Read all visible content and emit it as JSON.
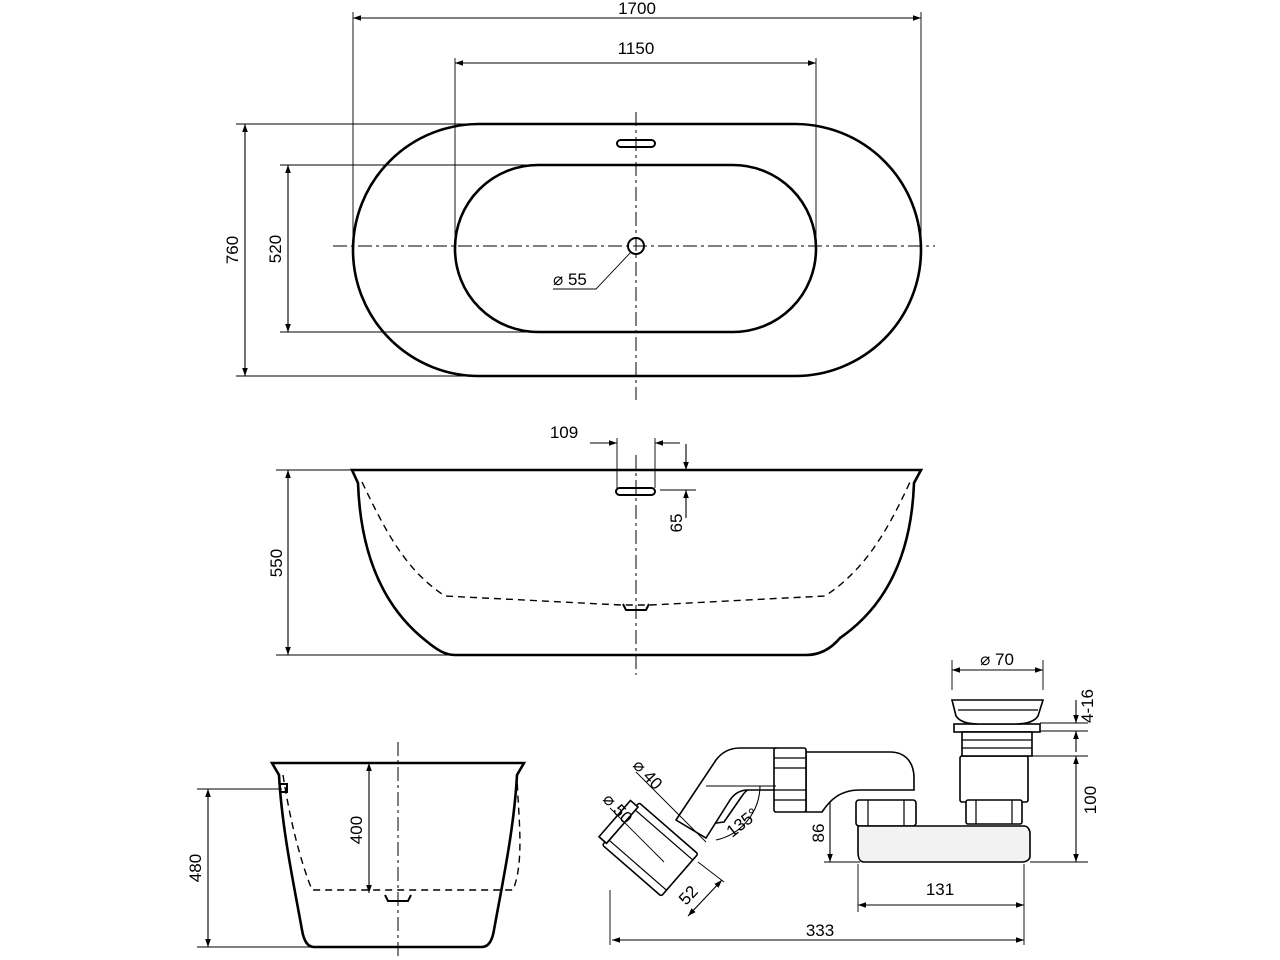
{
  "top_view": {
    "length": "1700",
    "inner_length": "1150",
    "width": "760",
    "inner_width": "520",
    "drain_diameter": "⌀ 55"
  },
  "side_view": {
    "overflow_offset": "109",
    "overflow_height": "65",
    "height": "550"
  },
  "end_view": {
    "height": "480",
    "inner_depth": "400"
  },
  "siphon": {
    "cap_diameter": "⌀ 70",
    "cap_gap": "4-16",
    "height": "100",
    "pipe_d40": "⌀ 40",
    "pipe_d50": "⌀ 50",
    "angle": "135°",
    "outlet_length": "52",
    "base_height": "86",
    "base_length": "131",
    "total_length": "333"
  }
}
